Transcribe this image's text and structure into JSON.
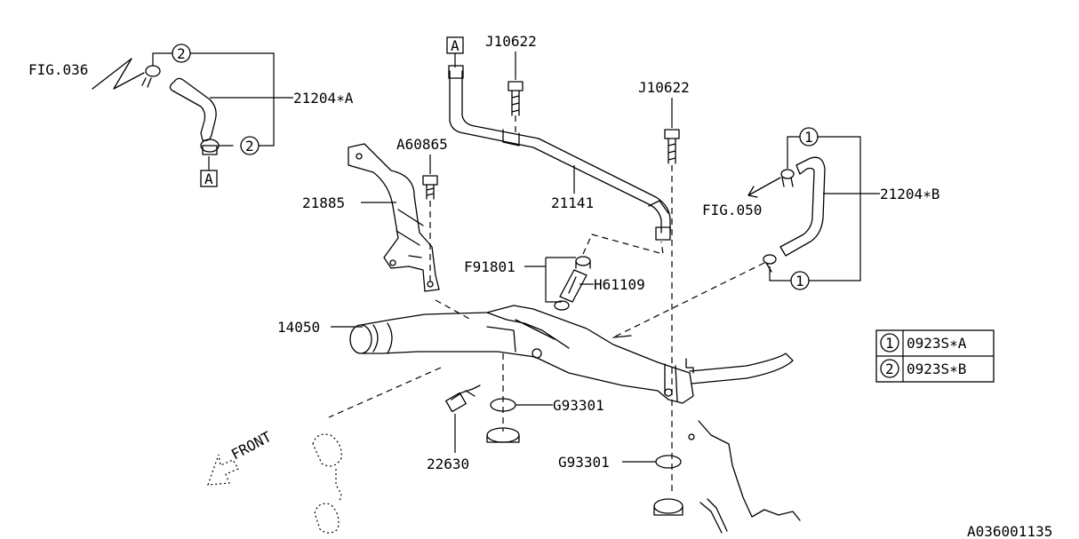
{
  "labels": {
    "fig_036": "FIG.036",
    "fig_050": "FIG.050",
    "p21204a": "21204∗A",
    "p21204b": "21204∗B",
    "ref_a_top": "A",
    "ref_a_left": "A",
    "j10622_a": "J10622",
    "j10622_b": "J10622",
    "a60865": "A60865",
    "p21885": "21885",
    "p21141": "21141",
    "f91801": "F91801",
    "h61109": "H61109",
    "p14050": "14050",
    "g93301_a": "G93301",
    "g93301_b": "G93301",
    "p22630": "22630",
    "front": "FRONT",
    "callout_2a": "2",
    "callout_2b": "2",
    "callout_1a": "1",
    "callout_1b": "1",
    "diagram_id": "A036001135"
  },
  "legend": [
    {
      "num": "1",
      "part": "0923S∗A"
    },
    {
      "num": "2",
      "part": "0923S∗B"
    }
  ]
}
